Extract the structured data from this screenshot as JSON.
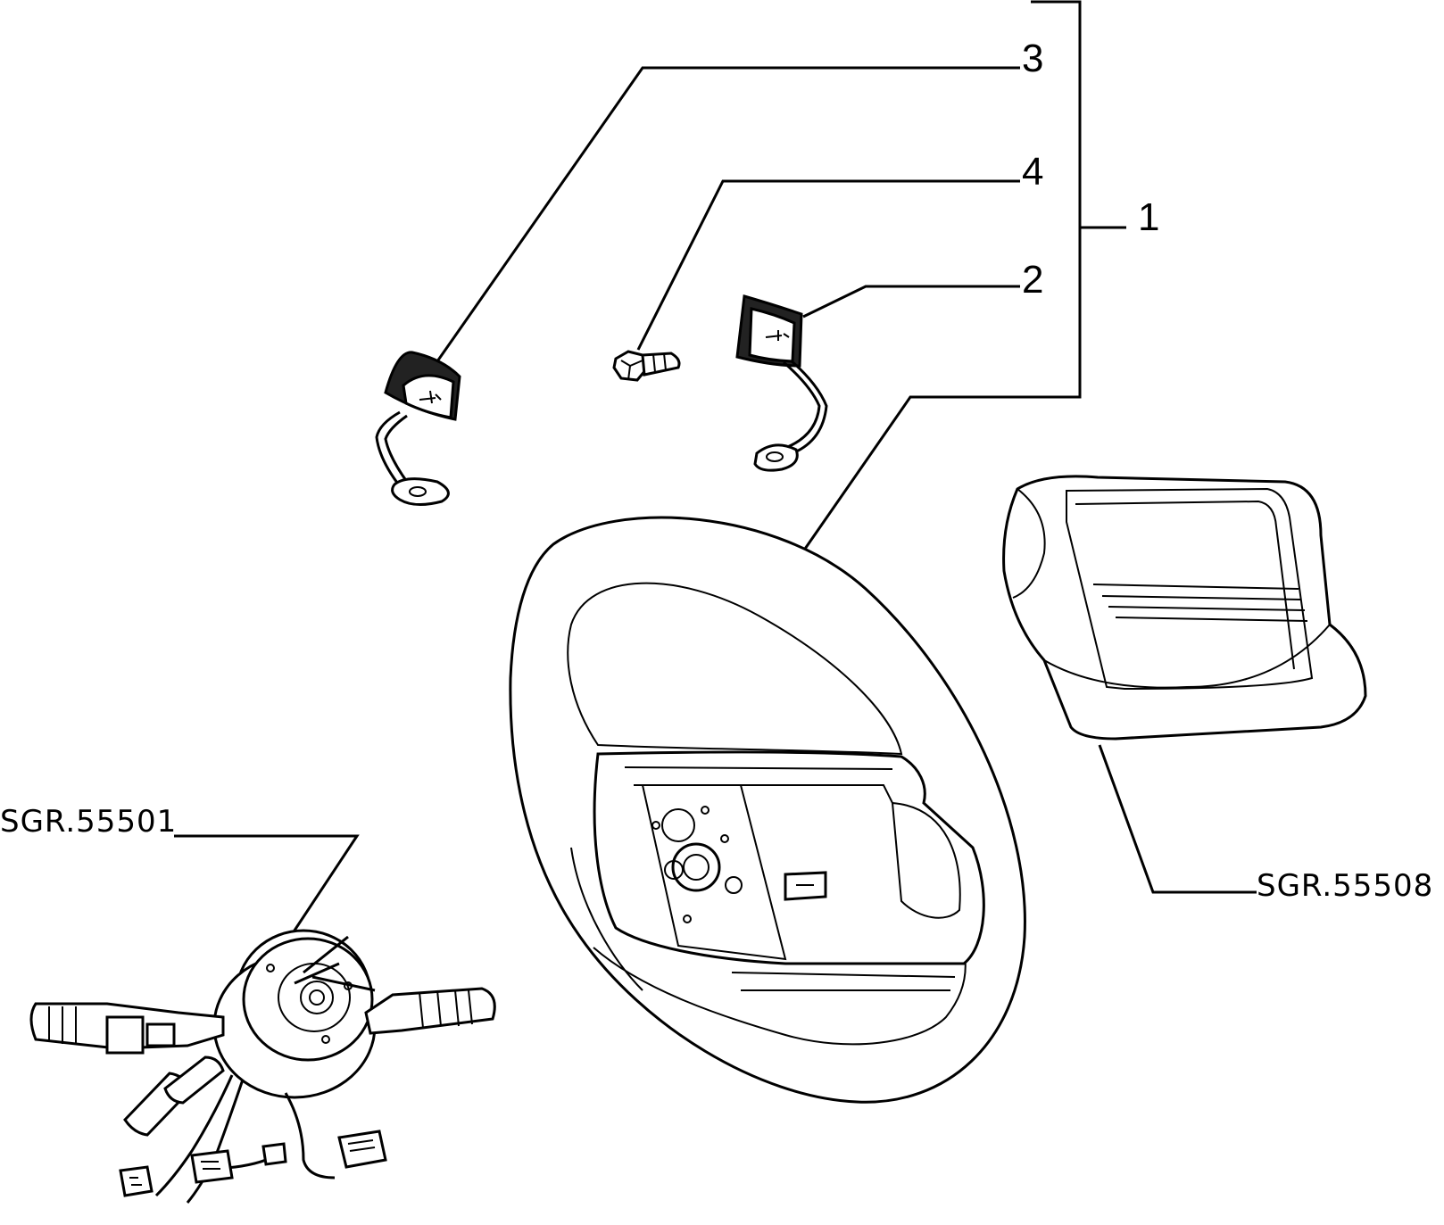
{
  "labels": {
    "part_1": "1",
    "part_2": "2",
    "part_3": "3",
    "part_4": "4",
    "ref_switch": "SGR.55501",
    "ref_airbag": "SGR.55508"
  }
}
